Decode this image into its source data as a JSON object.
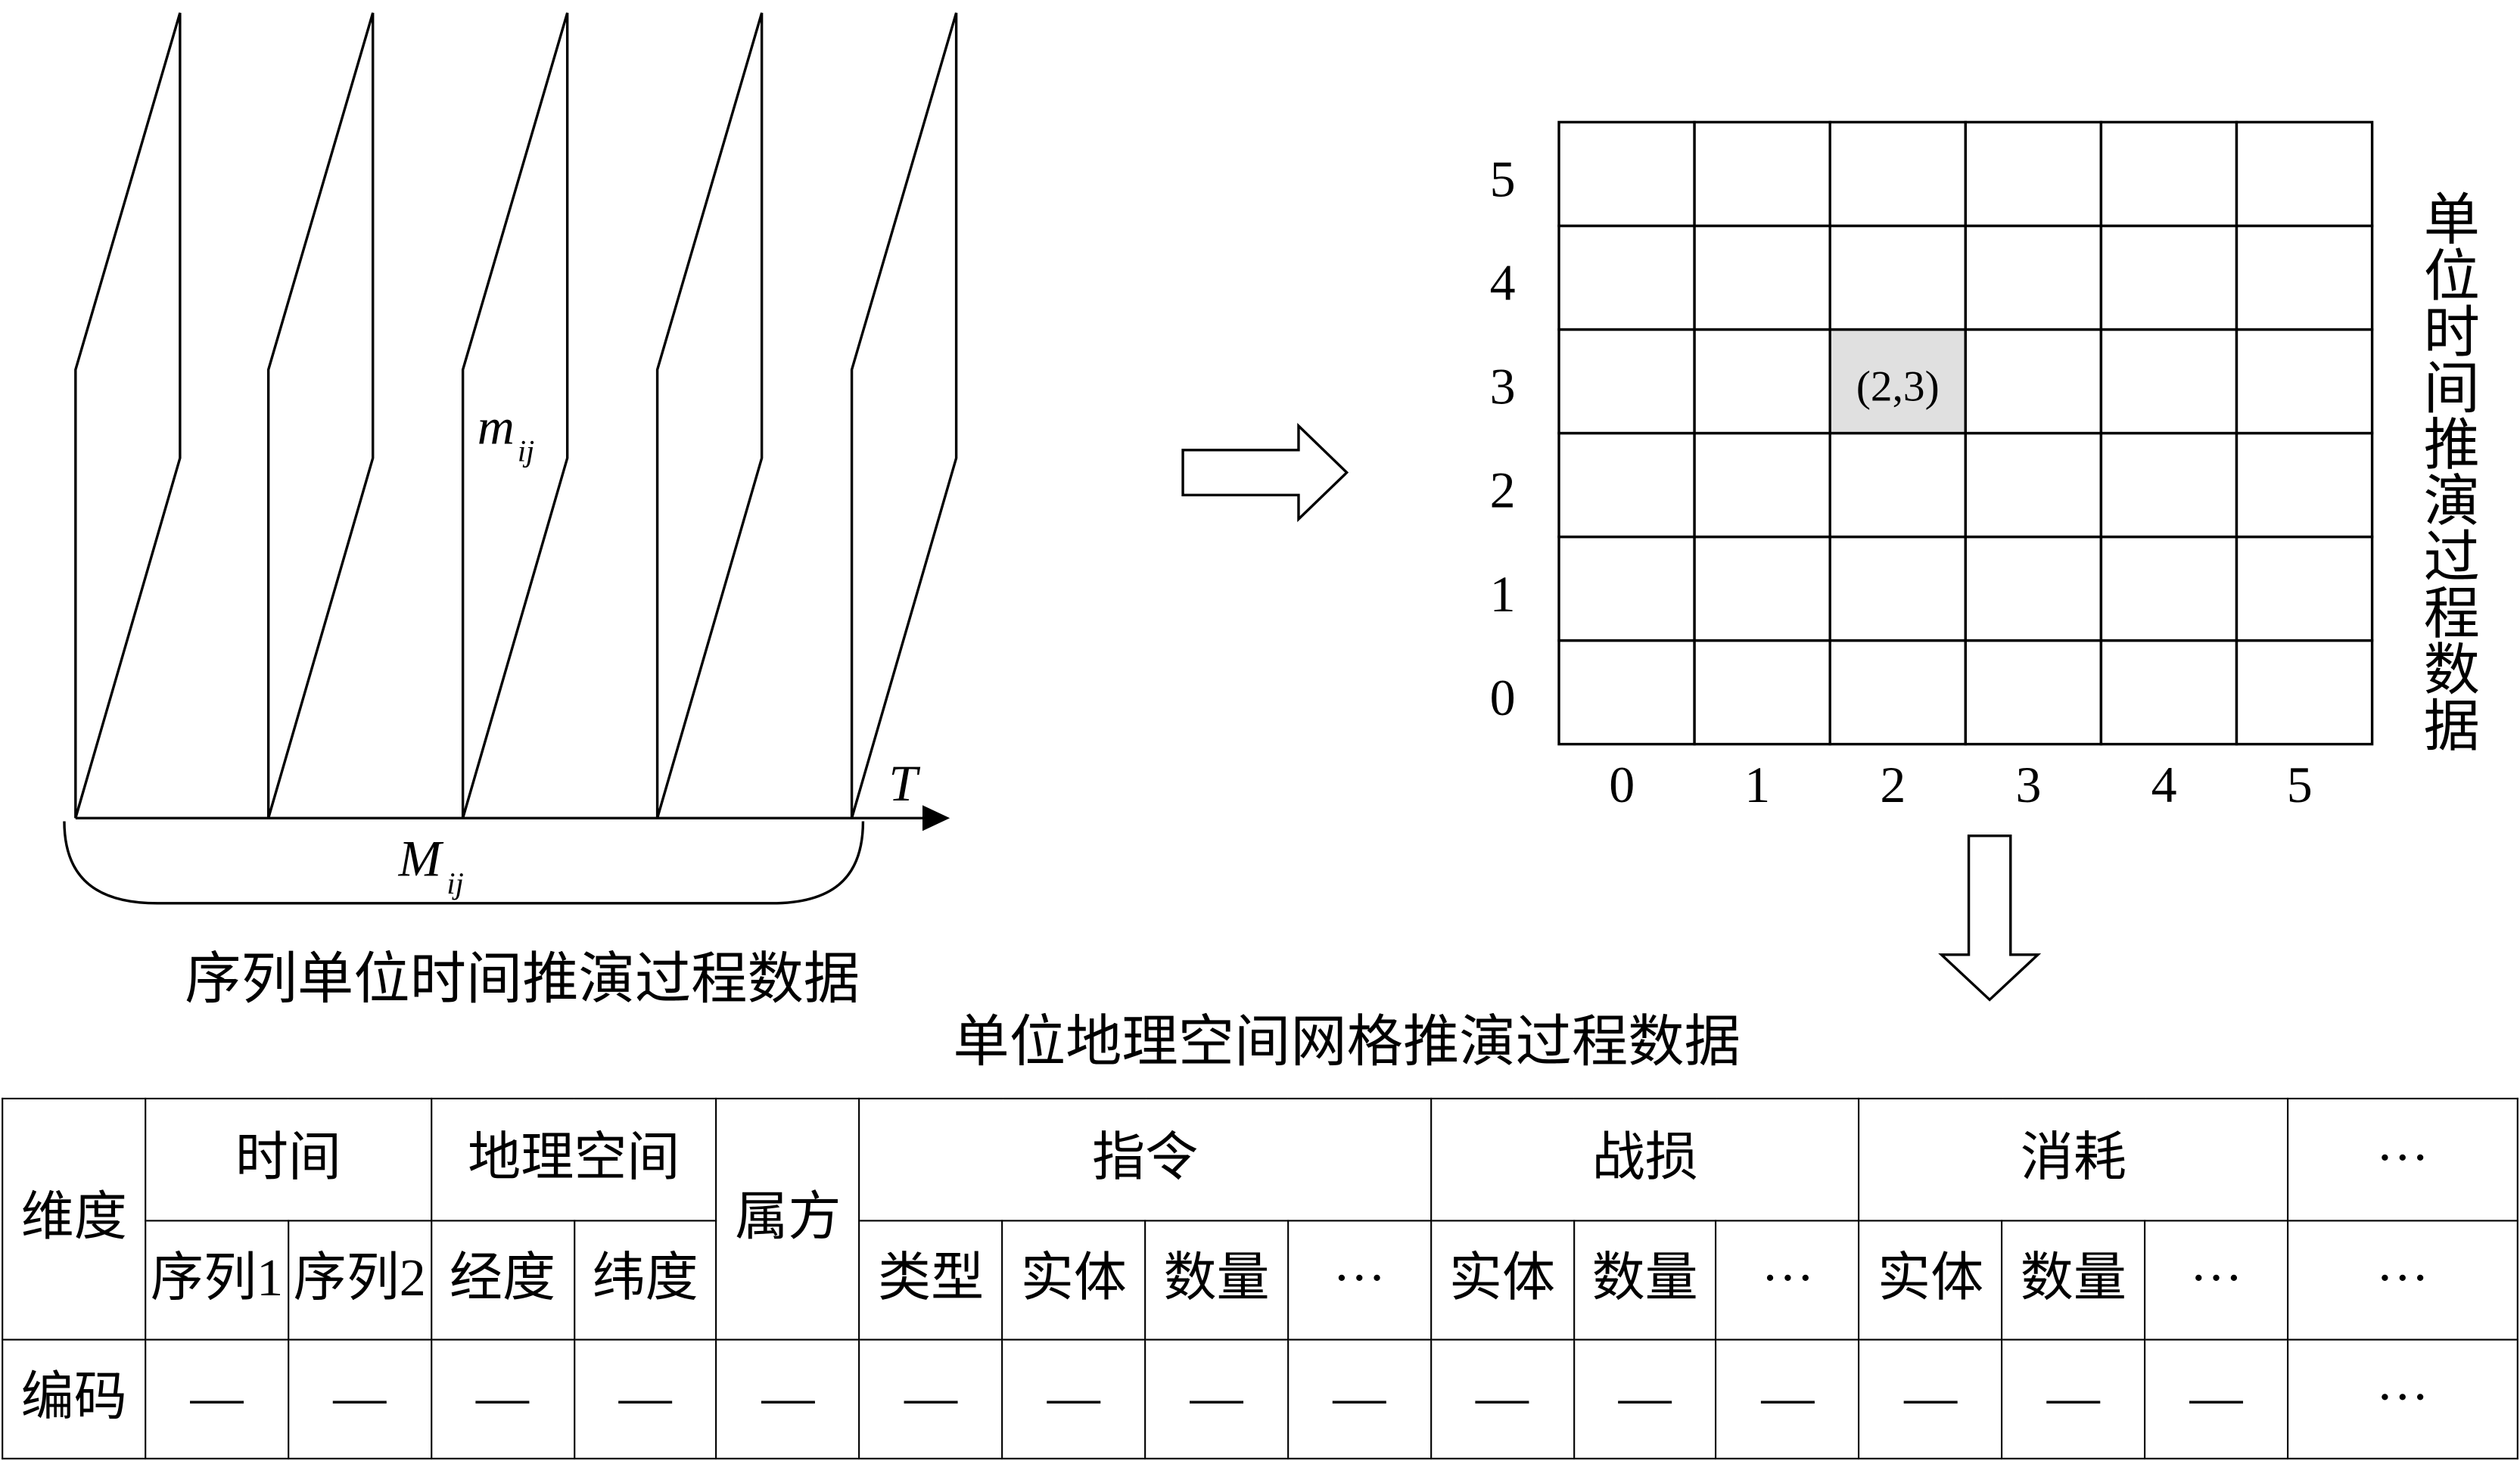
{
  "left_diagram": {
    "panel_label": "m",
    "panel_label_sub": "ij",
    "axis_label": "T",
    "span_label": "M",
    "span_label_sub": "ij",
    "caption": "序列单位时间推演过程数据"
  },
  "grid": {
    "title": "单位时间推演过程数据",
    "x_ticks": [
      "0",
      "1",
      "2",
      "3",
      "4",
      "5"
    ],
    "y_ticks": [
      "0",
      "1",
      "2",
      "3",
      "4",
      "5"
    ],
    "highlight": {
      "col": 2,
      "row": 3,
      "label": "(2,3)"
    }
  },
  "table": {
    "title": "单位地理空间网格推演过程数据",
    "row_header": "维度",
    "groups": [
      {
        "label": "时间",
        "subs": [
          "序列1",
          "序列2"
        ]
      },
      {
        "label": "地理空间",
        "subs": [
          "经度",
          "纬度"
        ]
      },
      {
        "label": "属方",
        "subs": []
      },
      {
        "label": "指令",
        "subs": [
          "类型",
          "实体",
          "数量",
          "···"
        ]
      },
      {
        "label": "战损",
        "subs": [
          "实体",
          "数量",
          "···"
        ]
      },
      {
        "label": "消耗",
        "subs": [
          "实体",
          "数量",
          "···"
        ]
      },
      {
        "label": "···",
        "subs": [
          "···"
        ]
      }
    ],
    "code_row": {
      "label": "编码",
      "values": [
        "—",
        "—",
        "—",
        "—",
        "—",
        "—",
        "—",
        "—",
        "—",
        "—",
        "—",
        "—",
        "—",
        "—",
        "—",
        "···"
      ]
    }
  },
  "colors": {
    "line": "#000000",
    "highlight": "#e0e0e0",
    "background": "#ffffff"
  }
}
